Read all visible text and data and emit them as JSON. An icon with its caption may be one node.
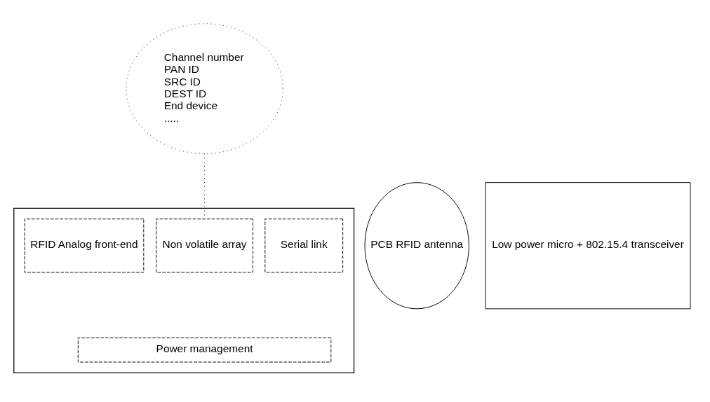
{
  "diagram": {
    "nodes": [
      {
        "text": [
          "Channel number",
          "PAN ID",
          "SRC ID",
          "DEST ID",
          "End device",
          "....."
        ]
      },
      {
        "text": [
          "PCB RFID antenna"
        ]
      },
      {
        "text": [],
        "shape": "box"
      },
      {
        "text": [
          "RFID Analog front-end"
        ],
        "in": 2
      },
      {
        "text": [
          "Non volatile array"
        ],
        "in": 2
      },
      {
        "text": [
          "Serial link"
        ],
        "in": 2
      },
      {
        "text": [
          "Power management"
        ],
        "in": 2
      },
      {
        "text": [
          "Low power micro + 802.15.4 transceiver"
        ]
      }
    ],
    "edges": [
      {
        "from": 0,
        "to": 4,
        "arrow": "none",
        "style": "dashed"
      }
    ]
  }
}
